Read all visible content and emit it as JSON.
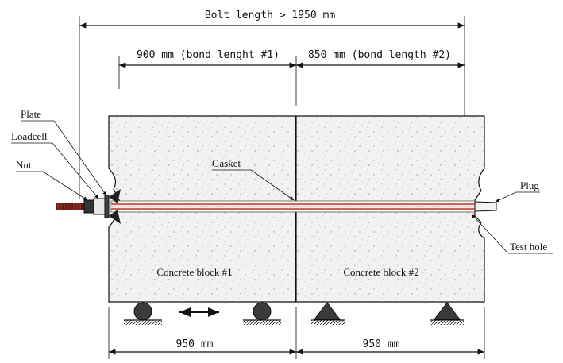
{
  "dimensions": {
    "bolt_length": "Bolt length > 1950 mm",
    "bond_length_1": "900 mm (bond lenght #1)",
    "bond_length_2": "850 mm (bond length #2)",
    "block_width_1": "950 mm",
    "block_width_2": "950 mm"
  },
  "labels": {
    "plate": "Plate",
    "loadcell": "Loadcell",
    "nut": "Nut",
    "gasket": "Gasket",
    "plug": "Plug",
    "test_hole": "Test hole"
  },
  "blocks": [
    {
      "label": "Concrete block #1"
    },
    {
      "label": "Concrete block #2"
    }
  ],
  "colors": {
    "bolt_core": "#c0392b",
    "concrete": "#efefef",
    "ink": "#111111"
  }
}
